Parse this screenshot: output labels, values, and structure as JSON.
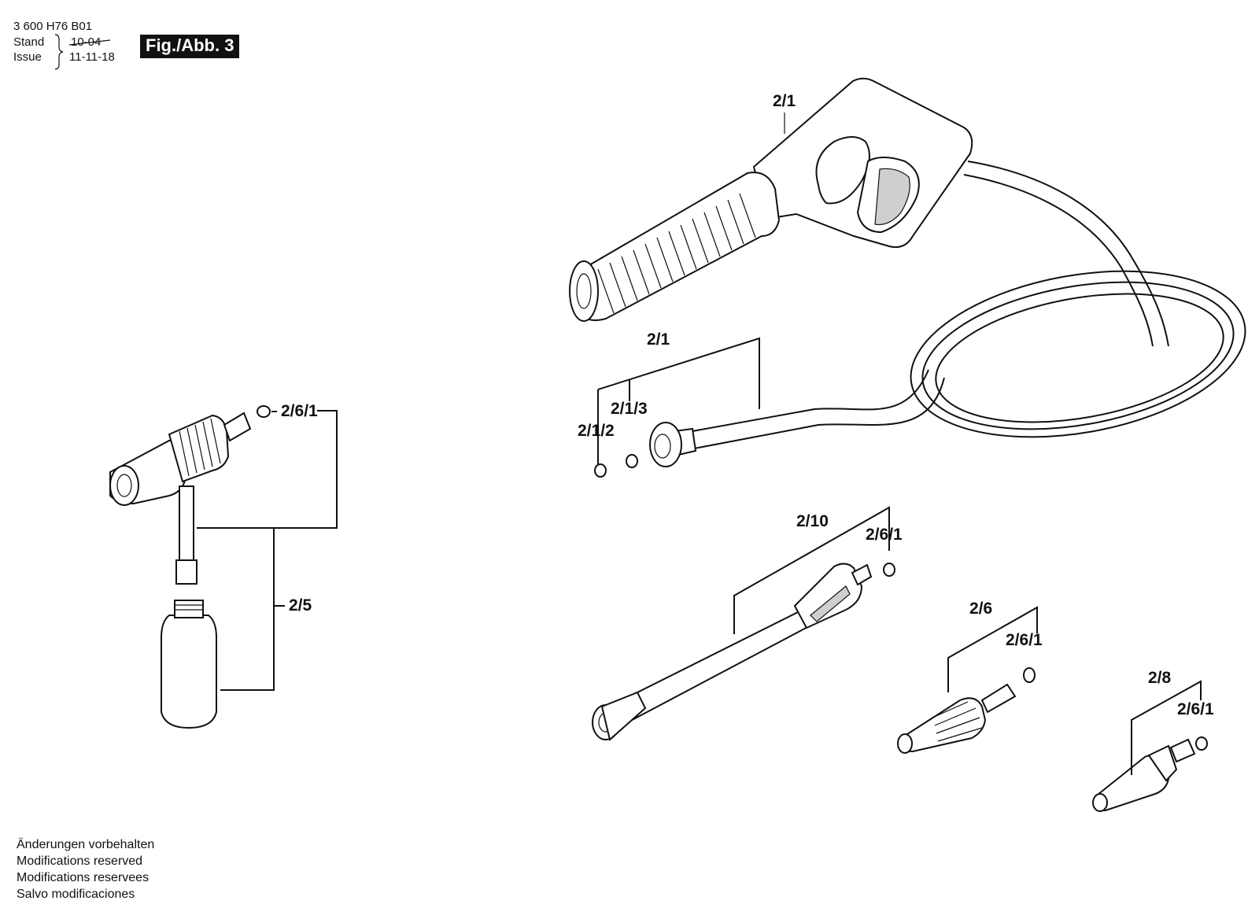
{
  "header": {
    "doc_number": "3 600 H76 B01",
    "stand_label": "Stand",
    "issue_label": "Issue",
    "stand_value": "10-04",
    "issue_value": "11-11-18",
    "figure_label": "Fig./Abb. 3"
  },
  "part_labels": {
    "gun": "2/1",
    "hose_assembly": "2/1",
    "hose_seal_a": "2/1/3",
    "hose_seal_b": "2/1/2",
    "foam_oring": "2/6/1",
    "foam_bottle": "2/5",
    "lance": "2/10",
    "lance_oring": "2/6/1",
    "nozzle": "2/6",
    "nozzle_oring": "2/6/1",
    "turbo_nozzle": "2/8",
    "turbo_oring": "2/6/1"
  },
  "footer": {
    "lines": [
      "Änderungen vorbehalten",
      "Modifications reserved",
      "Modifications reservees",
      "Salvo modificaciones"
    ]
  }
}
